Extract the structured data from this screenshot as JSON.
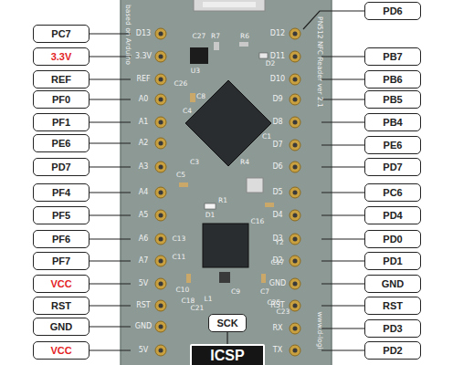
{
  "diagram": {
    "nodes": [
      {
        "text": [
          "PC7"
        ]
      },
      {
        "text": [
          "3.3V"
        ]
      },
      {
        "text": [
          "REF"
        ]
      },
      {
        "text": [
          "PF0"
        ]
      },
      {
        "text": [
          "PF1"
        ]
      },
      {
        "text": [
          "PE6"
        ]
      },
      {
        "text": [
          "PD7"
        ]
      },
      {
        "text": [
          "PF4"
        ]
      },
      {
        "text": [
          "PF5"
        ]
      },
      {
        "text": [
          "PF6"
        ]
      },
      {
        "text": [
          "PF7"
        ]
      },
      {
        "text": [
          "VCC"
        ]
      },
      {
        "text": [
          "RST"
        ]
      },
      {
        "text": [
          "GND"
        ]
      },
      {
        "text": [
          "VCC"
        ]
      },
      {
        "text": [
          "PD6"
        ]
      },
      {
        "text": [
          "PB7"
        ]
      },
      {
        "text": [
          "PB6"
        ]
      },
      {
        "text": [
          "PB5"
        ]
      },
      {
        "text": [
          "PB4"
        ]
      },
      {
        "text": [
          "PE6"
        ]
      },
      {
        "text": [
          "PD7"
        ]
      },
      {
        "text": [
          "PC6"
        ]
      },
      {
        "text": [
          "PD4"
        ]
      },
      {
        "text": [
          "PD0"
        ]
      },
      {
        "text": [
          "PD1"
        ]
      },
      {
        "text": [
          "GND"
        ]
      },
      {
        "text": [
          "RST"
        ]
      },
      {
        "text": [
          "PD3"
        ]
      },
      {
        "text": [
          "PD2"
        ]
      },
      {
        "text": [
          "SCK"
        ]
      },
      {
        "text": [
          "ICSP"
        ]
      }
    ],
    "labels": [
      "D13",
      "3.3V",
      "REF",
      "A0",
      "A1",
      "A2",
      "A3",
      "A4",
      "A5",
      "A6",
      "A7",
      "5V",
      "RST",
      "GND",
      "5V",
      "D12",
      "D11",
      "D10",
      "D9",
      "D8",
      "D7",
      "D6",
      "D5",
      "D4",
      "D3",
      "D2",
      "GND",
      "RST",
      "RX",
      "TX",
      "based on Arduino",
      "PN512 NFC Reader ver 2.1",
      "www.d-logi",
      "C27",
      "R7",
      "R6",
      "D2",
      "U3",
      "C26",
      "C8",
      "C4",
      "C1",
      "R4",
      "C3",
      "C5",
      "R1",
      "D1",
      "C16",
      "C13",
      "C11",
      "C17",
      "Y2",
      "C10",
      "C18",
      "C21",
      "L1",
      "C9",
      "C7",
      "C25",
      "C23"
    ]
  }
}
